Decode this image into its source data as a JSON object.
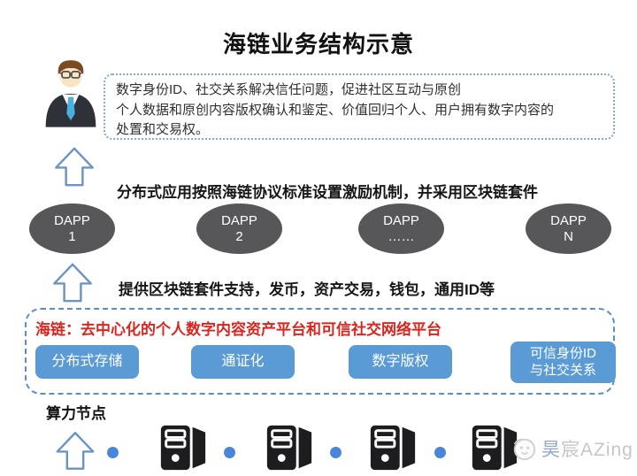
{
  "title": "海链业务结构示意",
  "intro": {
    "lines": [
      "数字身份ID、社交关系解决信任问题，促进社区互动与原创",
      "个人数据和原创内容版权确认和鉴定、价值回归个人、用户拥有数字内容的",
      "处置和交易权。"
    ]
  },
  "flow": {
    "incentive_label": "分布式应用按照海链协议标准设置激励机制，并采用区块链套件",
    "support_label": "提供区块链套件支持，发币，资产交易，钱包，通用ID等"
  },
  "dapps": [
    {
      "name": "DAPP",
      "sub": "1"
    },
    {
      "name": "DAPP",
      "sub": "2"
    },
    {
      "name": "DAPP",
      "sub": "……"
    },
    {
      "name": "DAPP",
      "sub": "N"
    }
  ],
  "platform": {
    "heading": "海链：去中心化的个人数字内容资产平台和可信社交网络平台",
    "modules": [
      {
        "label": "分布式存储"
      },
      {
        "label": "通证化"
      },
      {
        "label": "数字版权"
      },
      {
        "label": "可信身份ID\n与社交关系"
      }
    ]
  },
  "compute": {
    "label": "算力节点"
  },
  "watermark": {
    "brand_first": "昊",
    "brand_rest": "宸AZing"
  },
  "colors": {
    "accent_blue": "#5b9bd5",
    "arrow_stroke": "#6b93c4",
    "ellipse_fill": "#57575a",
    "heading_red": "#d9251d",
    "dot_blue": "#4a86d8"
  }
}
